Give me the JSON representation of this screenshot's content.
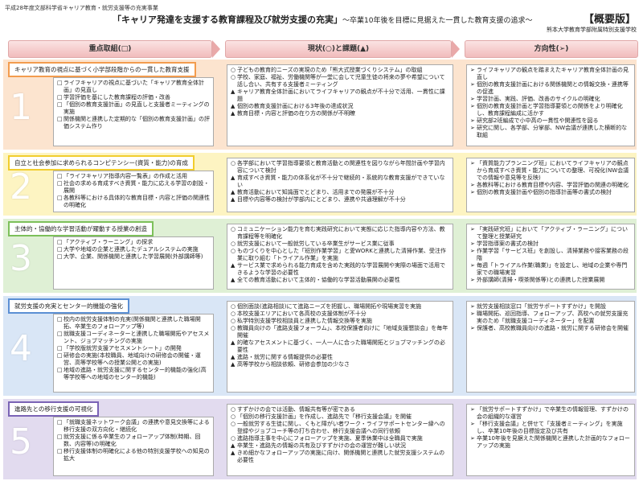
{
  "header": {
    "top_tag": "平成28年度文部科学省キャリア教育・就労支援等の充実事業",
    "title_main": "「キャリア発達を支援する教育課程及び就労支援の充実」",
    "title_sub": "～卒業10年後を目標に見据えた一貫した教育支援の追求～",
    "badge": "【概要版】",
    "org": "熊本大学教育学部附属特別支援学校"
  },
  "columns": {
    "focus": "重点取組(□)",
    "current": "現状(○)と課題(▲)",
    "direction": "方向性(➢)"
  },
  "colors": {
    "band1": "#fce4cf",
    "band1_border": "#f39c4e",
    "band2": "#fdf4c2",
    "band2_border": "#f1cd2e",
    "band3": "#dff0d5",
    "band3_border": "#7dc05a",
    "band4": "#d9e6f6",
    "band4_border": "#5b8fd4",
    "band5": "#e2dbef",
    "band5_border": "#7a63b5",
    "header_accent": "#e9a9a9"
  },
  "sections": [
    {
      "number": "1",
      "label": "キャリア教育の視点に基づく小学部段階からの一貫した教育支援",
      "focus": [
        {
          "m": "□",
          "t": "ライフキャリアの視点に基づいた「キャリア教育全体計画」の見直し"
        },
        {
          "m": "□",
          "t": "学習評価を基にした教育課程の評価・改善"
        },
        {
          "m": "□",
          "t": "「個別の教育支援計画」の見直しと支援者ミーティングの実施"
        },
        {
          "m": "□",
          "t": "関係機関と連携した定期的な「個別の教育支援計画」の評価システム作り"
        }
      ],
      "current": [
        {
          "m": "○",
          "t": "子どもの教育的ニーズの実現のため「熊大式授業づくりシステム」の取組"
        },
        {
          "m": "○",
          "t": "学校、家庭、福祉、労働機関等が一堂に会して児童生徒の将来の夢や希望について話し合い、共有する支援者ミーティング"
        },
        {
          "m": "▲",
          "t": "キャリア教育全体計画においてライフキャリアの観点が不十分で活用、一貫性に課題"
        },
        {
          "m": "▲",
          "t": "個別の教育支援計画における3年後の達成状況"
        },
        {
          "m": "▲",
          "t": "教育目標・内容と評価の在り方の関係が不明瞭"
        }
      ],
      "direction": [
        {
          "m": "➢",
          "t": "ライフキャリアの観点を踏まえたキャリア教育全体計画の見直し"
        },
        {
          "m": "➢",
          "t": "個別の教育支援計画における関係機関との情報交換・連携等の促進"
        },
        {
          "m": "➢",
          "t": "学習計画、実践、評価、改善のサイクルの明確化"
        },
        {
          "m": "➢",
          "t": "個別の教育支援計画と学習指導要領との関係をより明確化し、教育課程編成に活かす"
        },
        {
          "m": "➢",
          "t": "研究部2班編成で小中高の一貫性や関連性を図る"
        },
        {
          "m": "➢",
          "t": "研究に関し、各学部、分掌部、NW会議が連携した横断的な取組"
        }
      ]
    },
    {
      "number": "2",
      "label": "自立と社会参加に求められるコンピテンシー(資質・能力)の育成",
      "focus": [
        {
          "m": "□",
          "t": "「ライフキャリア指導内容一覧表」の作成と活用"
        },
        {
          "m": "□",
          "t": "社会の求める育成すべき資質・能力に応える学習の創設・展開"
        },
        {
          "m": "□",
          "t": "各教科等における具体的な教育目標・内容と評価の関連性の明確化"
        }
      ],
      "current": [
        {
          "m": "○",
          "t": "各学部において学習指導要領と教育活動との関連性を図りながら年間計画や学習内容について検討"
        },
        {
          "m": "▲",
          "t": "育成すべき資質・能力の体系化が不十分で継続的・系統的な教育支援ができていない"
        },
        {
          "m": "▲",
          "t": "教育活動において知識面でとどまり、活用までの発展が不十分"
        },
        {
          "m": "▲",
          "t": "目標や内容等の検討が学部内にとどまり、連携や共通理解が不十分"
        }
      ],
      "direction": [
        {
          "m": "➢",
          "t": "「資質能力プランニング班」においてライフキャリアの観点から育成すべき資質・能力についての整理、可視化(NW会議での情報や意見等を反映)"
        },
        {
          "m": "➢",
          "t": "各教科等における教育目標や内容、学習評価の関連の明確化"
        },
        {
          "m": "➢",
          "t": "個別の教育支援計画や個別の指導計画等の書式の検討"
        }
      ]
    },
    {
      "number": "3",
      "label": "主体的・協働的な学習活動が躍動する授業の創造",
      "focus": [
        {
          "m": "□",
          "t": "「アクティブ・ラーニング」の探求"
        },
        {
          "m": "□",
          "t": "大学や地域の企業と連携したデュアルシステムの実施"
        },
        {
          "m": "□",
          "t": "大学、企業、関係機関と連携した学習展開(外部講師等)"
        }
      ],
      "current": [
        {
          "m": "○",
          "t": "コミュニケーション能力を育む実践研究において実態に応じた指導内容や方法、教育課程等を明確化"
        },
        {
          "m": "○",
          "t": "就労支援において一般就労している卒業生がサービス業に従事"
        },
        {
          "m": "○",
          "t": "ものづくりを中心とした「班別作業学習」と愛WORKと連携した清掃作業、受注作業に取り組む「トライアル作業」を実施"
        },
        {
          "m": "▲",
          "t": "サービス業で求められる能力育成を含めた実践的な学習展開や実際の場面で活用できるような学習の必要性"
        },
        {
          "m": "▲",
          "t": "全ての教育活動において主体的・協働的な学習活動展開の必要性"
        }
      ],
      "direction": [
        {
          "m": "➢",
          "t": "「実践研究班」において「アクティブ・ラーニング」について整理と授業研究"
        },
        {
          "m": "➢",
          "t": "学習指導案の書式の検討"
        },
        {
          "m": "➢",
          "t": "作業学習「サービス班」を創設し、清掃業務や接客業務の段階"
        },
        {
          "m": "➢",
          "t": "毎週「トライアル作業(職業)」を設定し、地域の企業や専門家での職場実習"
        },
        {
          "m": "➢",
          "t": "外部講師(清掃・喫茶関係等)との連携した授業展開"
        }
      ]
    },
    {
      "number": "4",
      "label": "就労支援の充実とセンター的機能の強化",
      "focus": [
        {
          "m": "□",
          "t": "校内の就労支援体制の充実(関係機関と連携した職場開拓、卒業生のフォローアップ等)"
        },
        {
          "m": "□",
          "t": "就職支援コーディネーターと連携した職場開拓やアセスメント、ジョブマッチングの実施"
        },
        {
          "m": "□",
          "t": "「学校版就労支援アセスメントシート」の開発"
        },
        {
          "m": "□",
          "t": "研修会の実施(本校職員、地域向けの研修会の開催・運営、高等学校等への授業公開との実施)"
        },
        {
          "m": "□",
          "t": "地域の進路・就労支援に関するセンター的機能の強化(高等学校等への地域のセンター的機能)"
        }
      ],
      "current": [
        {
          "m": "○",
          "t": "個別面談(進路相談)にて進路ニーズを把握し、職場開拓や現場実習を実施"
        },
        {
          "m": "○",
          "t": "本校支援エリアにおいて各高校の支援体制が不十分"
        },
        {
          "m": "○",
          "t": "私学特別支援学校相談員と連携した情報交換等を実施"
        },
        {
          "m": "○",
          "t": "教職員向けの「進路支援フォーラム」、本校保護者向けに「地域支援懇談会」を毎年開催"
        },
        {
          "m": "▲",
          "t": "的確なアセスメントに基づく、一人一人に合った職場開拓とジョブマッチングの必要性"
        },
        {
          "m": "▲",
          "t": "進路・就労に関する情報提供の必要性"
        },
        {
          "m": "▲",
          "t": "高等学校から相談依頼、研修会参加の少なさ"
        }
      ],
      "direction": [
        {
          "m": "➢",
          "t": "就労支援相談窓口「就労サポートすずかけ」を開設"
        },
        {
          "m": "➢",
          "t": "職場開拓、巡回指導、フォローアップ、高校への就労支援充実のため「就職支援コーディネーター」を配置"
        },
        {
          "m": "➢",
          "t": "保護者、高校教職員向けの進路・就労に関する研修会を開催"
        }
      ]
    },
    {
      "number": "5",
      "label": "進路先との移行支援の可視化",
      "focus": [
        {
          "m": "□",
          "t": "「就職支援ネットワーク会議」の連携や意見交換等による移行支援の双方向化・継続化"
        },
        {
          "m": "□",
          "t": "就労支援に係る卒業生のフォローアップ体制(時期、回数、内容等)の明確化"
        },
        {
          "m": "□",
          "t": "移行支援体制の明確化による他の特別支援学校への知見の拡大"
        }
      ],
      "current": [
        {
          "m": "○",
          "t": "すずかけの会では活動、情報共有等が密である"
        },
        {
          "m": "○",
          "t": "「個別の移行支援計画」を作成し、進路先で「移行支援会議」を開催"
        },
        {
          "m": "○",
          "t": "一般就労する生徒に関し、くもと障がい者ワーク・ライフサポートセンター縁への登録やジョブコーチ等の打ち合わせ、移行支援会議への同行依頼"
        },
        {
          "m": "○",
          "t": "進路指導主事を中心にフォローアップを実施、夏季休業中は全職員で実施"
        },
        {
          "m": "▲",
          "t": "卒業生・進路先の情報の共有及びすずかけの会の運営が難しい状況"
        },
        {
          "m": "▲",
          "t": "きめ細かなフォローアップの実施に向け、関係機関と連携した就労支援システムの必要性"
        }
      ],
      "direction": [
        {
          "m": "➢",
          "t": "「就労サポートすずかけ」で卒業生の情報管理、すずかけの会の組織的な運営"
        },
        {
          "m": "➢",
          "t": "「移行支援会議」と併せて「支援者ミーティング」を実施し、卒業10年後の目標設定及び共有"
        },
        {
          "m": "➢",
          "t": "卒業10年後を見据えた関係機関と連携した計画的なフォローアップの実施"
        }
      ]
    }
  ]
}
